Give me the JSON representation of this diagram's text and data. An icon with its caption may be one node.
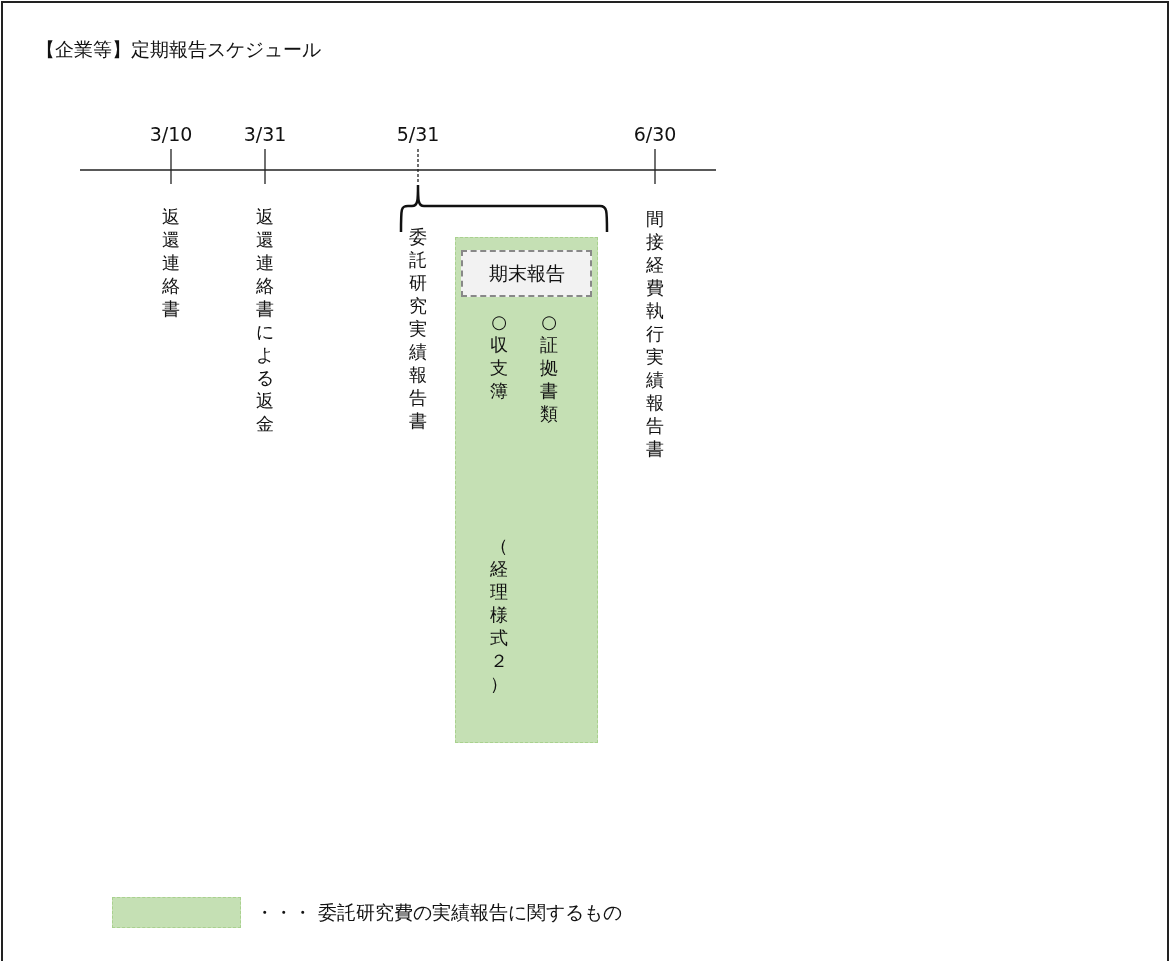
{
  "diagram": {
    "title": "【企業等】定期報告スケジュール",
    "nodes": [
      {
        "text": [
          "○収支簿",
          "（経理様式２）",
          "○証拠書類"
        ]
      },
      {
        "text": [
          "期末報告"
        ],
        "in": 0
      }
    ],
    "edges": [],
    "labels": [
      "3/10",
      "3/31",
      "5/31",
      "6/30",
      "返還連絡書",
      "返還連絡書による返金",
      "委託研究実績報告書",
      "間接経費執行実績報告書"
    ],
    "legend": [
      {
        "text": "・・・ 委託研究費の実績報告に関するもの",
        "color": "#c5e0b4"
      }
    ]
  }
}
